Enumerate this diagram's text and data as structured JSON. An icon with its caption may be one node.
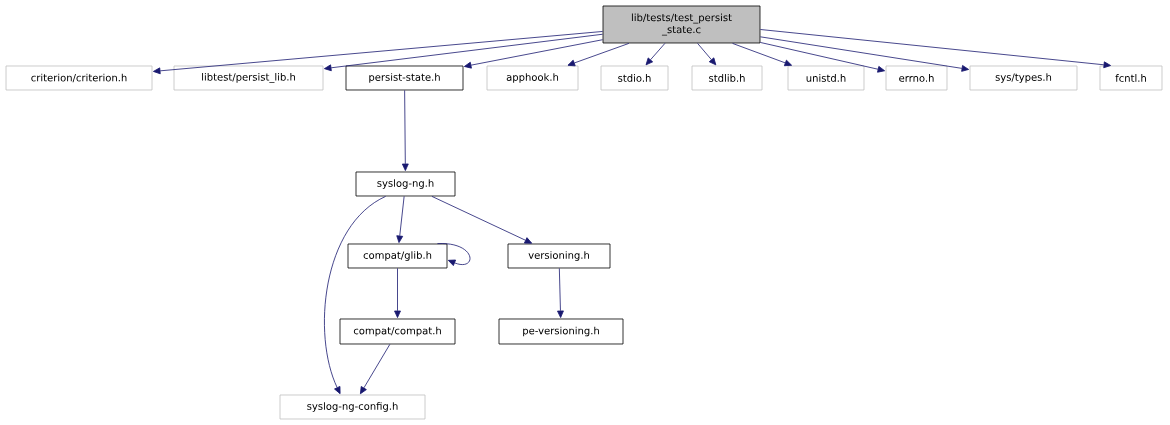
{
  "diagram": {
    "nodes": [
      {
        "text": [
          "lib/tests/test_persist _state.c"
        ]
      },
      {
        "text": [
          "criterion/criterion.h"
        ]
      },
      {
        "text": [
          "libtest/persist_lib.h"
        ]
      },
      {
        "text": [
          "persist-state.h"
        ]
      },
      {
        "text": [
          "apphook.h"
        ]
      },
      {
        "text": [
          "stdio.h"
        ]
      },
      {
        "text": [
          "stdlib.h"
        ]
      },
      {
        "text": [
          "unistd.h"
        ]
      },
      {
        "text": [
          "errno.h"
        ]
      },
      {
        "text": [
          "sys/types.h"
        ]
      },
      {
        "text": [
          "fcntl.h"
        ]
      },
      {
        "text": [
          "syslog-ng.h"
        ]
      },
      {
        "text": [
          "compat/glib.h"
        ]
      },
      {
        "text": [
          "versioning.h"
        ]
      },
      {
        "text": [
          "compat/compat.h"
        ]
      },
      {
        "text": [
          "pe-versioning.h"
        ]
      },
      {
        "text": [
          "syslog-ng-config.h"
        ]
      }
    ],
    "edges": [
      {
        "from": 0,
        "to": 1,
        "arrow": "to"
      },
      {
        "from": 0,
        "to": 2,
        "arrow": "to"
      },
      {
        "from": 0,
        "to": 3,
        "arrow": "to"
      },
      {
        "from": 0,
        "to": 4,
        "arrow": "to"
      },
      {
        "from": 0,
        "to": 5,
        "arrow": "to"
      },
      {
        "from": 0,
        "to": 6,
        "arrow": "to"
      },
      {
        "from": 0,
        "to": 7,
        "arrow": "to"
      },
      {
        "from": 0,
        "to": 8,
        "arrow": "to"
      },
      {
        "from": 0,
        "to": 9,
        "arrow": "to"
      },
      {
        "from": 0,
        "to": 10,
        "arrow": "to"
      },
      {
        "from": 3,
        "to": 11,
        "arrow": "to"
      },
      {
        "from": 11,
        "to": 12,
        "arrow": "to"
      },
      {
        "from": 11,
        "to": 13,
        "arrow": "to"
      },
      {
        "from": 11,
        "to": 16,
        "arrow": "to"
      },
      {
        "from": 12,
        "to": 12,
        "arrow": "to"
      },
      {
        "from": 12,
        "to": 14,
        "arrow": "to"
      },
      {
        "from": 13,
        "to": 15,
        "arrow": "to"
      },
      {
        "from": 14,
        "to": 16,
        "arrow": "to"
      }
    ]
  }
}
